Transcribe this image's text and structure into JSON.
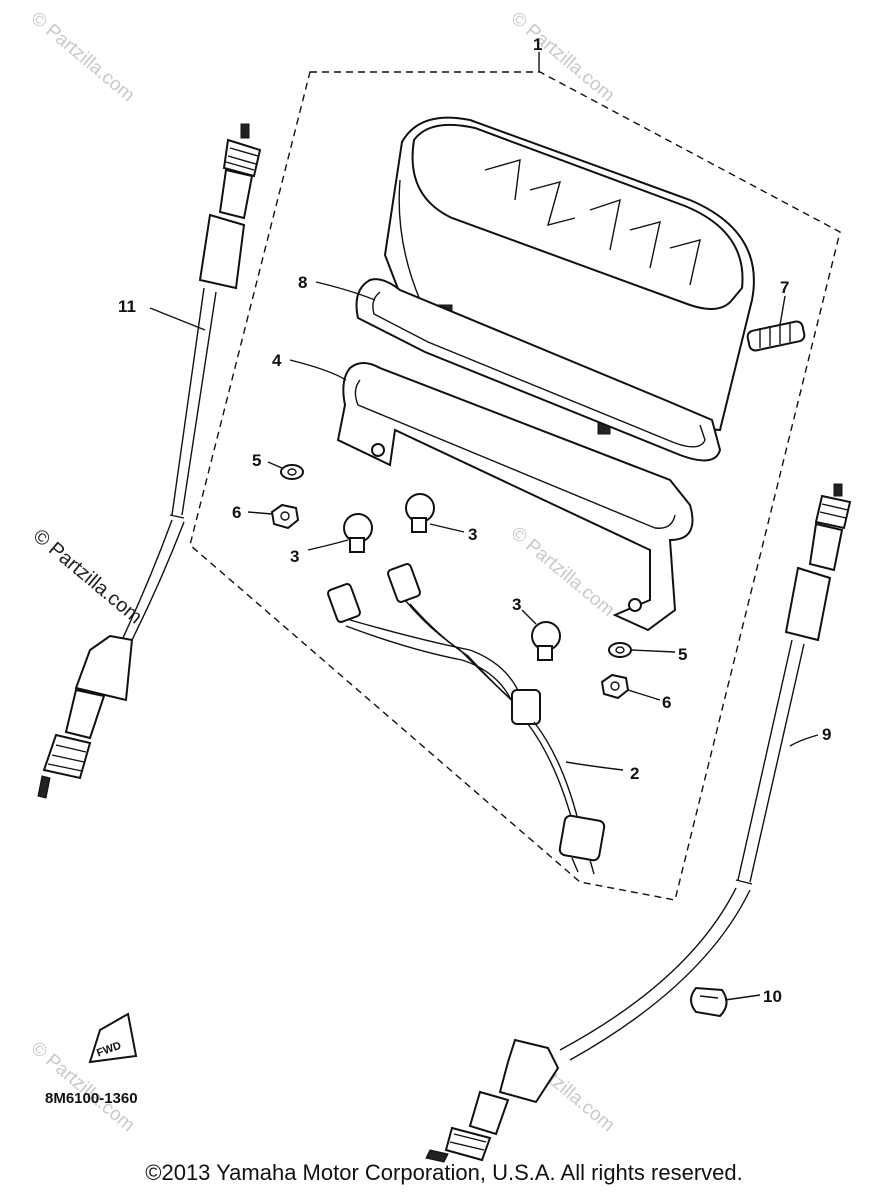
{
  "callouts": {
    "c1": "1",
    "c2": "2",
    "c3a": "3",
    "c3b": "3",
    "c3c": "3",
    "c4": "4",
    "c5a": "5",
    "c5b": "5",
    "c6a": "6",
    "c6b": "6",
    "c7": "7",
    "c8": "8",
    "c9": "9",
    "c10": "10",
    "c11": "11"
  },
  "diagram_code": "8M6100-1360",
  "front_arrow_label": "FWD",
  "watermark": {
    "text": "© Partzilla.com"
  },
  "copyright": "©2013 Yamaha Motor Corporation, U.S.A. All rights reserved."
}
